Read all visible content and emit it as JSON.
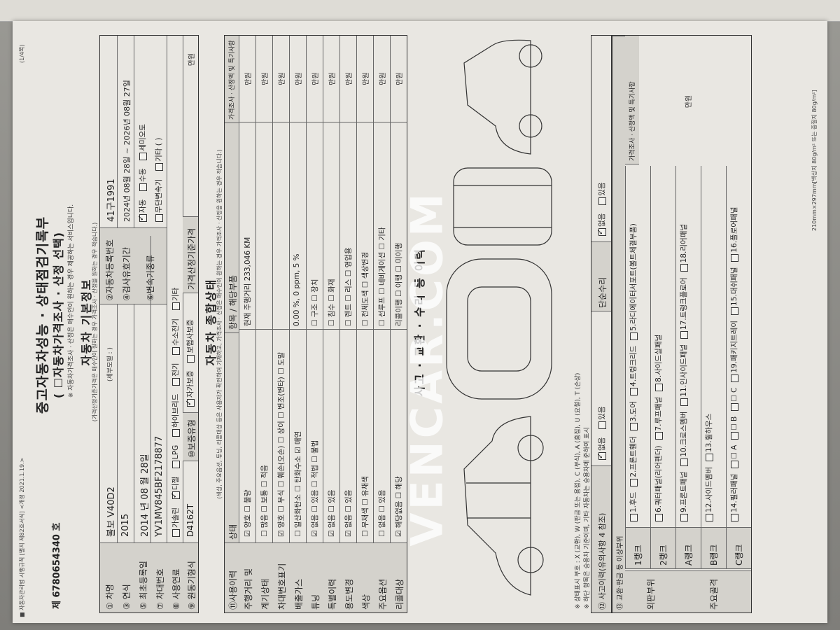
{
  "header": {
    "law_note": "■ 자동차관리법 시행규칙 [별지 제82호서식] <개정 2021.1.19.>",
    "page": "(1/4쪽)",
    "serial": "제 6780654340 호",
    "title_line1": "중고자동차성능 · 상태점검기록부",
    "title_line2": "( ☐자동차가격조사 · 산정 선택)",
    "note": "※ 자동차가격조사 · 산정은 매수인이 원하는 경우 제공하는 서비스입니다."
  },
  "basic": {
    "section_title": "자동차 기본정보",
    "section_note": "(가격산정기준가격은 매수인이 원하는 경우 가격조사 · 산정을 원하는 경우 적습니다.)",
    "rows": [
      {
        "no": "①",
        "label": "차명",
        "value": "볼보 V40D2",
        "right_label": "(세부모델 : )",
        "right_no": "②",
        "right_label2": "자동차등록번호",
        "right_value": "41구1991"
      },
      {
        "no": "③",
        "label": "연식",
        "value": "2015",
        "right_no": "④",
        "right_label": "검사유효기간",
        "right_value": "2024년 08월 28일 ~ 2026년 08월 27일"
      },
      {
        "no": "⑤",
        "label": "최초등록일",
        "value": "2014 년 08 월 28일",
        "right_no": "⑥",
        "right_label": "변속기종류",
        "right_value": ""
      },
      {
        "no": "⑦",
        "label": "차대번호",
        "value": "YV1MV845BF2178877"
      },
      {
        "no": "⑧",
        "label": "사용연료",
        "value": ""
      },
      {
        "no": "⑨",
        "label": "원동기형식",
        "value": "D4162T",
        "right_no": "⑩",
        "right_label": "보증유형"
      }
    ],
    "fuel_options": [
      {
        "label": "가솔린",
        "checked": false
      },
      {
        "label": "디젤",
        "checked": true
      },
      {
        "label": "LPG",
        "checked": false
      },
      {
        "label": "하이브리드",
        "checked": false
      },
      {
        "label": "전기",
        "checked": false
      },
      {
        "label": "수소전기",
        "checked": false
      },
      {
        "label": "기타",
        "checked": false
      }
    ],
    "transmission_options": [
      {
        "label": "자동",
        "checked": true
      },
      {
        "label": "수동",
        "checked": false
      },
      {
        "label": "세미오토",
        "checked": false
      },
      {
        "label": "무단변속기",
        "checked": false
      },
      {
        "label": "기타 (   )",
        "checked": false
      }
    ],
    "warranty_options": [
      {
        "label": "자가보증",
        "checked": true
      },
      {
        "label": "보험사보증",
        "checked": false
      }
    ],
    "price_label": "가격산정기준가격",
    "price_unit": "만원"
  },
  "condition": {
    "section_title": "자동차 종합상태",
    "section_note": "(색상, 주요옵션, 튜닝, 리콜대상 등은 사용자가 확인하여 기재하고, 가격조사 · 산정은 매수인이 원하는 경우 가격조사 · 산정을 원하는 경우 적습니다.)",
    "col_use": "⑪사용이력",
    "col_state": "상태",
    "col_item": "항목 / 해당부품",
    "col_price": "가격조사 · 산정액 및 특기사항",
    "unit": "만원",
    "rows": [
      {
        "label": "주행거리 및",
        "state": "☑ 양호  ☐ 불량",
        "detail": "현재 주행거리 233,046 KM"
      },
      {
        "label": "계기상태",
        "state": "☐ 많음  ☐ 보통  ☐ 적음",
        "detail": ""
      },
      {
        "label": "차대번호표기",
        "state": "☑ 양호  ☐ 부식  ☐ 훼손(오손)  ☐ 상이  ☐ 변조(변타)  ☐ 도말",
        "detail": ""
      },
      {
        "label": "배출가스",
        "state": "☐ 일산화탄소  ☐ 탄화수소  ☑ 매연",
        "detail": "0.00 %,  0 ppm,  5 %"
      },
      {
        "label": "튜닝",
        "state": "☑ 없음  ☐ 있음  ☐ 적법  ☐ 불법",
        "detail": "☐ 구조  ☐ 장치"
      },
      {
        "label": "특별이력",
        "state": "☑ 없음  ☐ 있음",
        "detail": "☐ 침수  ☐ 화재"
      },
      {
        "label": "용도변경",
        "state": "☑ 없음  ☐ 있음",
        "detail": "☐ 렌트  ☐ 리스  ☐ 영업용"
      },
      {
        "label": "색상",
        "state": "☐ 무채색  ☐ 유채색",
        "detail": "☐ 전체도색  ☐ 색상변경"
      },
      {
        "label": "주요옵션",
        "state": "☐ 없음  ☐ 있음",
        "detail": "☐ 선루프  ☐ 네비게이션  ☐ 기타"
      },
      {
        "label": "리콜대상",
        "state": "☑ 해당없음  ☐ 해당",
        "detail": "리콜이행  ☐ 이행  ☐ 미이행"
      }
    ]
  },
  "accident": {
    "section_title": "사고 · 교환 · 수리 등 이력",
    "legend": "※ 상태표시 부호 : X (교환), W (판금 또는 용접), C (부식), A (흠집), U (요철), T (손상)",
    "legend2": "※ 하단 항목은 승용차 기준이며, 기타 자동차는 승용차에 준하여 표시",
    "accident_label": "⑫ 사고이력(유의사항 4 참조)",
    "accident_options": [
      {
        "label": "없음",
        "checked": true
      },
      {
        "label": "있음",
        "checked": false
      }
    ],
    "simple_repair_label": "단순수리",
    "simple_repair_options": [
      {
        "label": "없음",
        "checked": true
      },
      {
        "label": "있음",
        "checked": false
      }
    ],
    "exchange_label": "⑬ 교환·판금 등 이상부위",
    "outer_label": "외판부위",
    "main_label": "주요골격",
    "ranks": [
      "1랭크",
      "2랭크",
      "A랭크",
      "B랭크",
      "C랭크"
    ],
    "parts": [
      "1.후드",
      "2.프론트휀더",
      "3.도어",
      "4.트렁크리드",
      "5.라디에이터서포트(볼트체결부품)",
      "6.쿼터패널(리어펜더)",
      "7.루프패널",
      "8.사이드실패널",
      "9.프론트패널",
      "10.크로스멤버",
      "11.인사이드패널",
      "17.트렁크플로어",
      "18.리어패널",
      "12.사이드멤버",
      "13.휠하우스",
      "14.필러패널",
      "☐ A",
      "☐ B",
      "☐ C",
      "19.패키지트레이",
      "15.대쉬패널",
      "16.플로어패널"
    ],
    "price_unit": "만원",
    "price_col": "가격조사 · 산정액 및 특기사항"
  },
  "footer": {
    "paper": "210mm×297mm[백상지 80g/m² 또는 중질지 80g/m²]"
  },
  "watermark": "VENCAR.COM"
}
